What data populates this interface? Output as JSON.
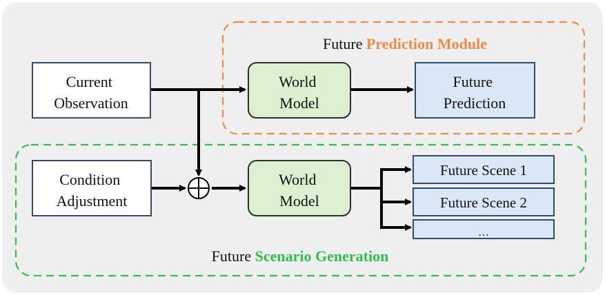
{
  "colors": {
    "panel_bg": "#efefef",
    "plain_box_fill": "#ffffff",
    "plain_box_stroke": "#2f4a6a",
    "world_model_fill": "#dcefcf",
    "world_model_stroke": "#2d2d2d",
    "prediction_fill": "#d9e7f6",
    "prediction_stroke": "#2f4a6a",
    "scene_fill": "#d9e7f6",
    "orange_accent": "#f08a4b",
    "green_accent": "#2fbf4a",
    "arrow": "#000000"
  },
  "prediction_module": {
    "title_prefix": "Future",
    "title_highlight": "Prediction Module"
  },
  "scenario_generation": {
    "title_prefix": "Future",
    "title_highlight": "Scenario Generation"
  },
  "nodes": {
    "current_observation": [
      "Current",
      "Observation"
    ],
    "world_model_top": [
      "World",
      "Model"
    ],
    "future_prediction": [
      "Future",
      "Prediction"
    ],
    "condition_adjustment": [
      "Condition",
      "Adjustment"
    ],
    "world_model_bottom": [
      "World",
      "Model"
    ],
    "combine_operator": "⊕",
    "future_scenes": [
      "Future Scene 1",
      "Future Scene 2",
      "…"
    ]
  }
}
